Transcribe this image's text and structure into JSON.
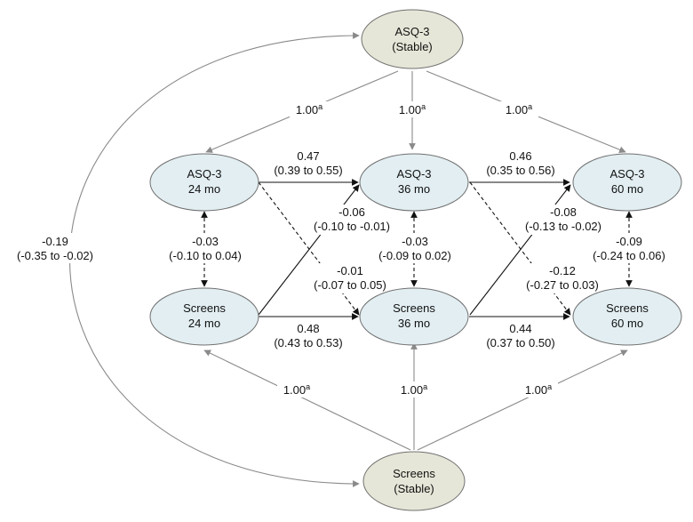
{
  "nodes": {
    "asq_stable": {
      "line1": "ASQ-3",
      "line2": "(Stable)"
    },
    "asq_24": {
      "line1": "ASQ-3",
      "line2": "24 mo"
    },
    "asq_36": {
      "line1": "ASQ-3",
      "line2": "36 mo"
    },
    "asq_60": {
      "line1": "ASQ-3",
      "line2": "60 mo"
    },
    "scr_24": {
      "line1": "Screens",
      "line2": "24 mo"
    },
    "scr_36": {
      "line1": "Screens",
      "line2": "36 mo"
    },
    "scr_60": {
      "line1": "Screens",
      "line2": "60 mo"
    },
    "scr_stable": {
      "line1": "Screens",
      "line2": "(Stable)"
    }
  },
  "paths": {
    "loading": {
      "value": "1.00",
      "superscript": "a"
    },
    "asq_24_36": {
      "coef": "0.47",
      "ci": "(0.39 to 0.55)"
    },
    "asq_36_60": {
      "coef": "0.46",
      "ci": "(0.35 to 0.56)"
    },
    "scr_24_36": {
      "coef": "0.48",
      "ci": "(0.43 to 0.53)"
    },
    "scr_36_60": {
      "coef": "0.44",
      "ci": "(0.37 to 0.50)"
    },
    "scr24_asq36": {
      "coef": "-0.06",
      "ci": "(-0.10 to -0.01)"
    },
    "asq24_scr36": {
      "coef": "-0.01",
      "ci": "(-0.07 to 0.05)"
    },
    "scr36_asq60": {
      "coef": "-0.08",
      "ci": "(-0.13 to -0.02)"
    },
    "asq36_scr60": {
      "coef": "-0.12",
      "ci": "(-0.27 to 0.03)"
    },
    "cov_24": {
      "coef": "-0.03",
      "ci": "(-0.10 to 0.04)"
    },
    "cov_36": {
      "coef": "-0.03",
      "ci": "(-0.09 to 0.02)"
    },
    "cov_60": {
      "coef": "-0.09",
      "ci": "(-0.24 to 0.06)"
    },
    "cov_stable": {
      "coef": "-0.19",
      "ci": "(-0.35 to -0.02)"
    }
  }
}
